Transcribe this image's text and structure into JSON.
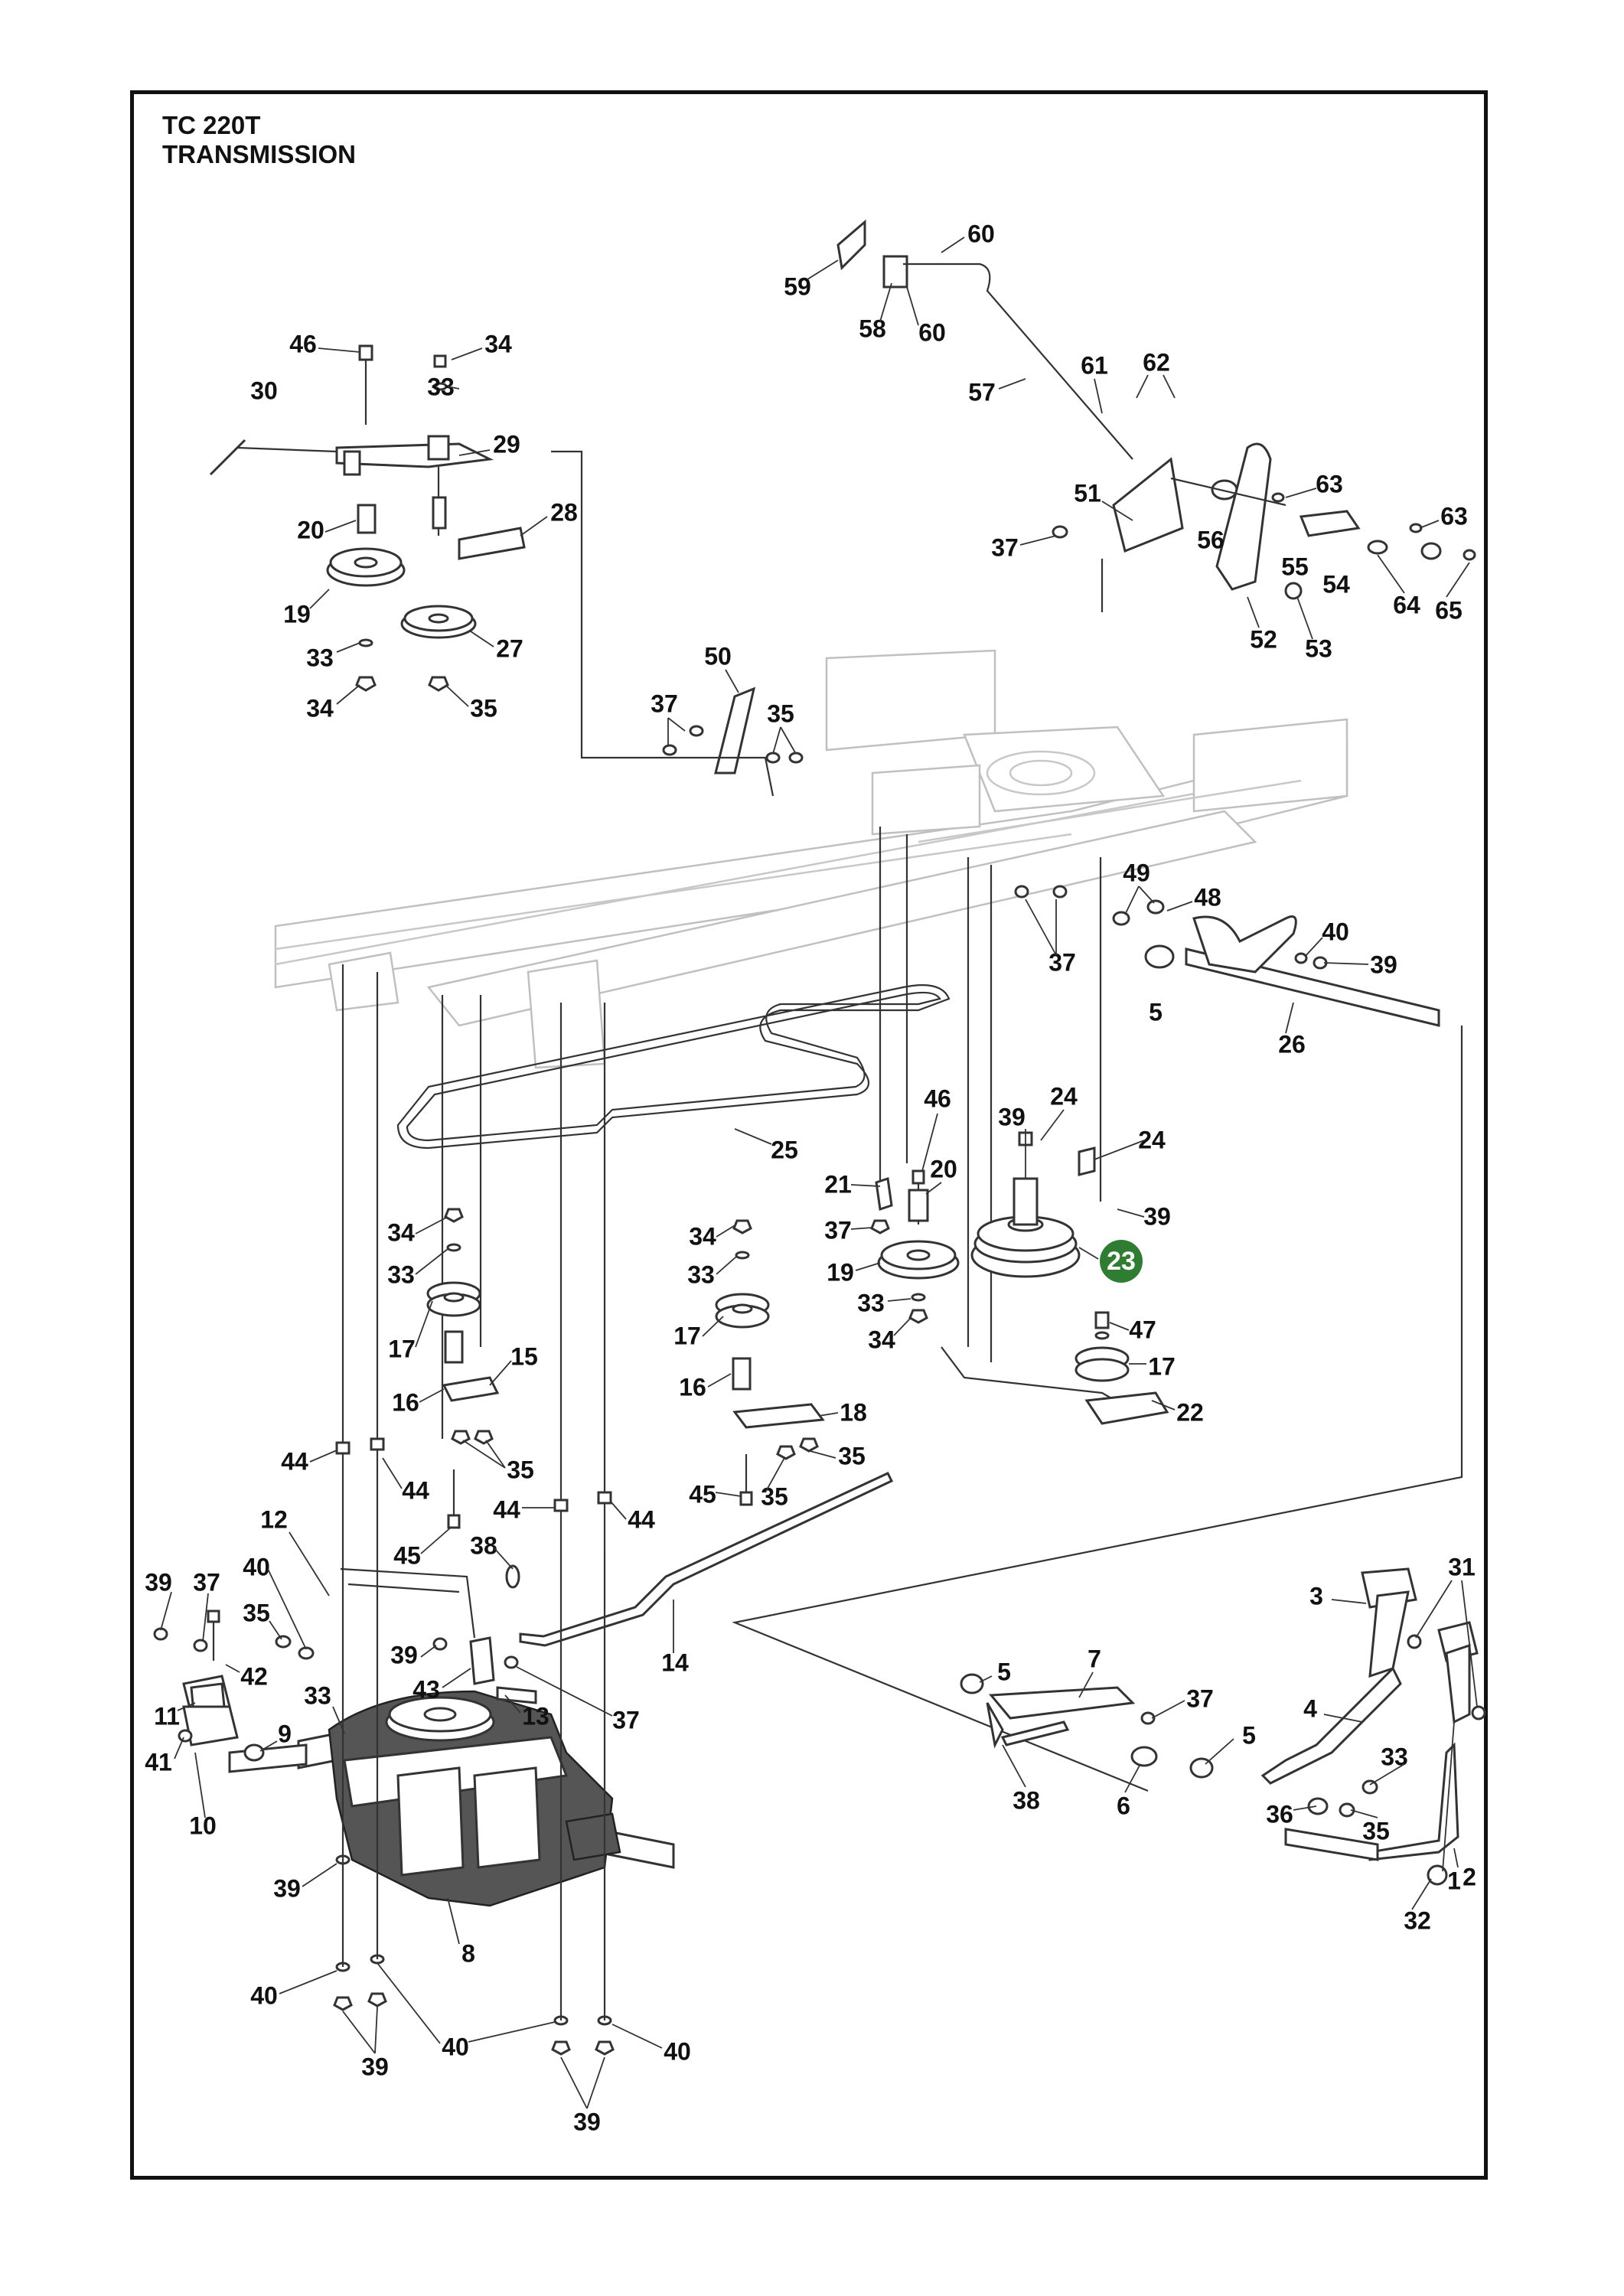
{
  "header": {
    "model": "TC 220T",
    "section": "TRANSMISSION"
  },
  "highlight_color": "#2e7d32",
  "callouts": [
    {
      "id": "c1",
      "text": "1"
    },
    {
      "id": "c2",
      "text": "2"
    },
    {
      "id": "c3",
      "text": "3"
    },
    {
      "id": "c4",
      "text": "4"
    },
    {
      "id": "c5a",
      "text": "5"
    },
    {
      "id": "c5b",
      "text": "5"
    },
    {
      "id": "c5c",
      "text": "5"
    },
    {
      "id": "c6",
      "text": "6"
    },
    {
      "id": "c7",
      "text": "7"
    },
    {
      "id": "c8",
      "text": "8"
    },
    {
      "id": "c9",
      "text": "9"
    },
    {
      "id": "c10",
      "text": "10"
    },
    {
      "id": "c11",
      "text": "11"
    },
    {
      "id": "c12",
      "text": "12"
    },
    {
      "id": "c13",
      "text": "13"
    },
    {
      "id": "c14",
      "text": "14"
    },
    {
      "id": "c15",
      "text": "15"
    },
    {
      "id": "c16a",
      "text": "16"
    },
    {
      "id": "c16b",
      "text": "16"
    },
    {
      "id": "c17a",
      "text": "17"
    },
    {
      "id": "c17b",
      "text": "17"
    },
    {
      "id": "c17c",
      "text": "17"
    },
    {
      "id": "c18",
      "text": "18"
    },
    {
      "id": "c19a",
      "text": "19"
    },
    {
      "id": "c19b",
      "text": "19"
    },
    {
      "id": "c20a",
      "text": "20"
    },
    {
      "id": "c20b",
      "text": "20"
    },
    {
      "id": "c21",
      "text": "21"
    },
    {
      "id": "c22",
      "text": "22"
    },
    {
      "id": "c23",
      "text": "23"
    },
    {
      "id": "c24a",
      "text": "24"
    },
    {
      "id": "c24b",
      "text": "24"
    },
    {
      "id": "c25",
      "text": "25"
    },
    {
      "id": "c26",
      "text": "26"
    },
    {
      "id": "c27",
      "text": "27"
    },
    {
      "id": "c28",
      "text": "28"
    },
    {
      "id": "c29",
      "text": "29"
    },
    {
      "id": "c30",
      "text": "30"
    },
    {
      "id": "c31",
      "text": "31"
    },
    {
      "id": "c32",
      "text": "32"
    },
    {
      "id": "c33a",
      "text": "33"
    },
    {
      "id": "c33b",
      "text": "33"
    },
    {
      "id": "c33c",
      "text": "33"
    },
    {
      "id": "c33d",
      "text": "33"
    },
    {
      "id": "c33e",
      "text": "33"
    },
    {
      "id": "c33f",
      "text": "33"
    },
    {
      "id": "c33g",
      "text": "33"
    },
    {
      "id": "c34a",
      "text": "34"
    },
    {
      "id": "c34b",
      "text": "34"
    },
    {
      "id": "c34c",
      "text": "34"
    },
    {
      "id": "c34d",
      "text": "34"
    },
    {
      "id": "c34e",
      "text": "34"
    },
    {
      "id": "c35a",
      "text": "35"
    },
    {
      "id": "c35b",
      "text": "35"
    },
    {
      "id": "c35c",
      "text": "35"
    },
    {
      "id": "c35d",
      "text": "35"
    },
    {
      "id": "c35e",
      "text": "35"
    },
    {
      "id": "c35f",
      "text": "35"
    },
    {
      "id": "c35g",
      "text": "35"
    },
    {
      "id": "c36",
      "text": "36"
    },
    {
      "id": "c37a",
      "text": "37"
    },
    {
      "id": "c37b",
      "text": "37"
    },
    {
      "id": "c37c",
      "text": "37"
    },
    {
      "id": "c37d",
      "text": "37"
    },
    {
      "id": "c37e",
      "text": "37"
    },
    {
      "id": "c37f",
      "text": "37"
    },
    {
      "id": "c37g",
      "text": "37"
    },
    {
      "id": "c38a",
      "text": "38"
    },
    {
      "id": "c38b",
      "text": "38"
    },
    {
      "id": "c39a",
      "text": "39"
    },
    {
      "id": "c39b",
      "text": "39"
    },
    {
      "id": "c39c",
      "text": "39"
    },
    {
      "id": "c39d",
      "text": "39"
    },
    {
      "id": "c39e",
      "text": "39"
    },
    {
      "id": "c39f",
      "text": "39"
    },
    {
      "id": "c39g",
      "text": "39"
    },
    {
      "id": "c39h",
      "text": "39"
    },
    {
      "id": "c40a",
      "text": "40"
    },
    {
      "id": "c40b",
      "text": "40"
    },
    {
      "id": "c40c",
      "text": "40"
    },
    {
      "id": "c40d",
      "text": "40"
    },
    {
      "id": "c40e",
      "text": "40"
    },
    {
      "id": "c41",
      "text": "41"
    },
    {
      "id": "c42",
      "text": "42"
    },
    {
      "id": "c43",
      "text": "43"
    },
    {
      "id": "c44a",
      "text": "44"
    },
    {
      "id": "c44b",
      "text": "44"
    },
    {
      "id": "c44c",
      "text": "44"
    },
    {
      "id": "c44d",
      "text": "44"
    },
    {
      "id": "c45a",
      "text": "45"
    },
    {
      "id": "c45b",
      "text": "45"
    },
    {
      "id": "c46a",
      "text": "46"
    },
    {
      "id": "c46b",
      "text": "46"
    },
    {
      "id": "c47",
      "text": "47"
    },
    {
      "id": "c48",
      "text": "48"
    },
    {
      "id": "c49",
      "text": "49"
    },
    {
      "id": "c50",
      "text": "50"
    },
    {
      "id": "c51",
      "text": "51"
    },
    {
      "id": "c52",
      "text": "52"
    },
    {
      "id": "c53",
      "text": "53"
    },
    {
      "id": "c54",
      "text": "54"
    },
    {
      "id": "c55",
      "text": "55"
    },
    {
      "id": "c56",
      "text": "56"
    },
    {
      "id": "c57",
      "text": "57"
    },
    {
      "id": "c58",
      "text": "58"
    },
    {
      "id": "c59",
      "text": "59"
    },
    {
      "id": "c60a",
      "text": "60"
    },
    {
      "id": "c60b",
      "text": "60"
    },
    {
      "id": "c61",
      "text": "61"
    },
    {
      "id": "c62",
      "text": "62"
    },
    {
      "id": "c63a",
      "text": "63"
    },
    {
      "id": "c63b",
      "text": "63"
    },
    {
      "id": "c64",
      "text": "64"
    },
    {
      "id": "c65",
      "text": "65"
    }
  ]
}
